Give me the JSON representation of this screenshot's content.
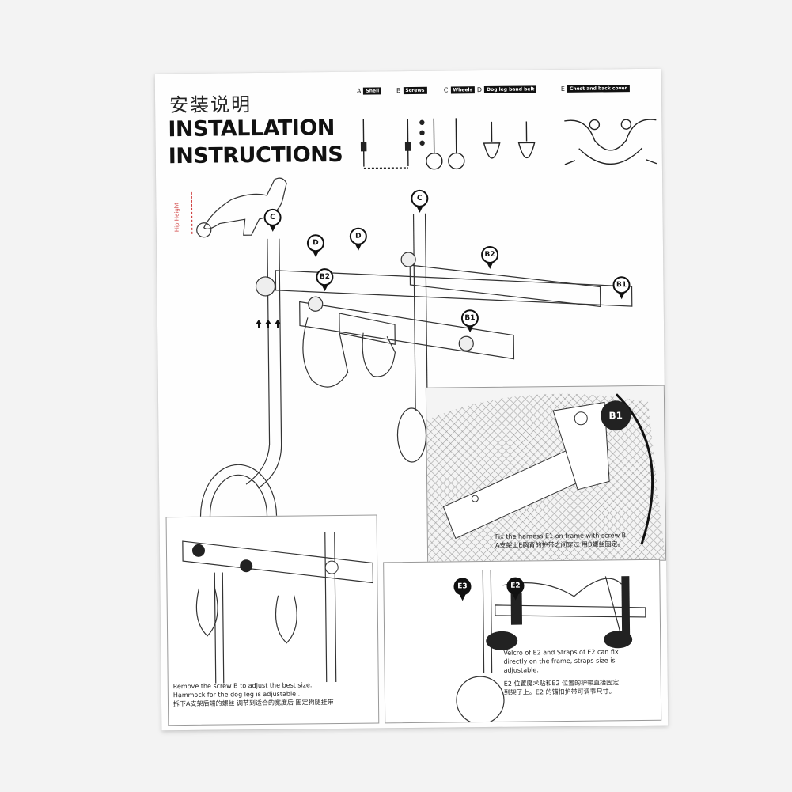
{
  "title": {
    "zh": "安装说明",
    "en_line1": "INSTALLATION",
    "en_line2": "INSTRUCTIONS"
  },
  "parts": [
    {
      "letter": "A",
      "name": "Shell"
    },
    {
      "letter": "B",
      "name": "Screws"
    },
    {
      "letter": "C",
      "name": "Wheels"
    },
    {
      "letter": "D",
      "name": "Dog leg band belt"
    },
    {
      "letter": "E",
      "name": "Chest and back cover"
    }
  ],
  "hip_height_label": "Hip Height",
  "markers": {
    "c1": "C",
    "c2": "C",
    "d1": "D",
    "d2": "D",
    "b2a": "B2",
    "b2b": "B2",
    "b1a": "B1",
    "b1b": "B1",
    "e3": "E3",
    "e2": "E2"
  },
  "detail_badge": "B1",
  "captions": {
    "harness_en": "Fix the harness E1 on frame with screw B",
    "harness_zh": "A支架上E胸背的护带之间穿过 用B螺丝固定。",
    "screw_en1": "Remove the screw B to adjust the best size.",
    "screw_en2": "Hammock for the dog leg is adjustable .",
    "screw_zh": "拆下A支架后端的螺丝 调节到适合的宽度后 固定狗腿挂带",
    "velcro_en1": "Velcro of E2 and Straps of E2 can fix",
    "velcro_en2": "directly on the frame, straps size is",
    "velcro_en3": "adjustable.",
    "velcro_zh1": "E2 位置魔术贴和E2 位置的护带直接固定",
    "velcro_zh2": "到架子上。E2 的锚扣护带可调节尺寸。"
  }
}
